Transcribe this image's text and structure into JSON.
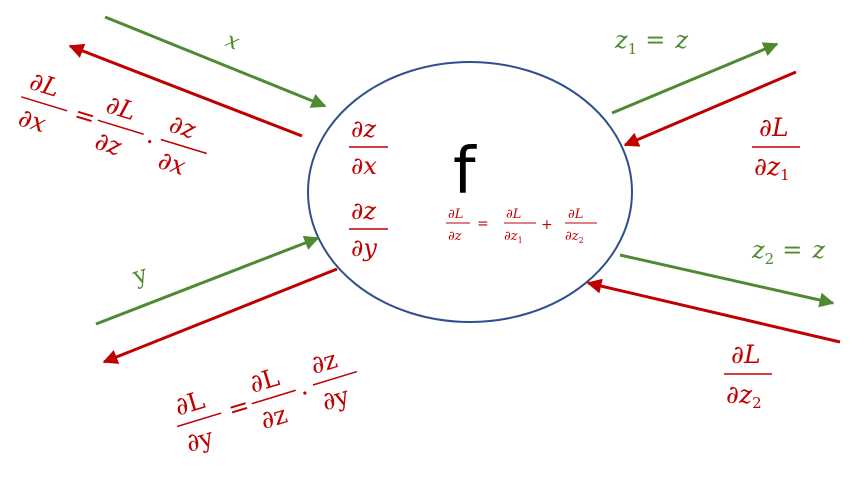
{
  "node": {
    "function_label": "f"
  },
  "symbols": {
    "partial": "∂",
    "L": "L",
    "z": "z",
    "x": "x",
    "y": "y",
    "eq": "=",
    "plus": "+",
    "dot": "·",
    "one": "1",
    "two": "2"
  },
  "inputs": {
    "x_label": "x",
    "y_label": "y"
  },
  "outputs": {
    "z1_eq_z": {
      "lhs": "z",
      "sub": "1",
      "eq": "=",
      "rhs": "z"
    },
    "z2_eq_z": {
      "lhs": "z",
      "sub": "2",
      "eq": "=",
      "rhs": "z"
    }
  },
  "colors": {
    "forward_green": "#4f8a32",
    "backward_red": "#c00000",
    "node_outline": "#2f4f8f",
    "function_text": "#000000"
  }
}
